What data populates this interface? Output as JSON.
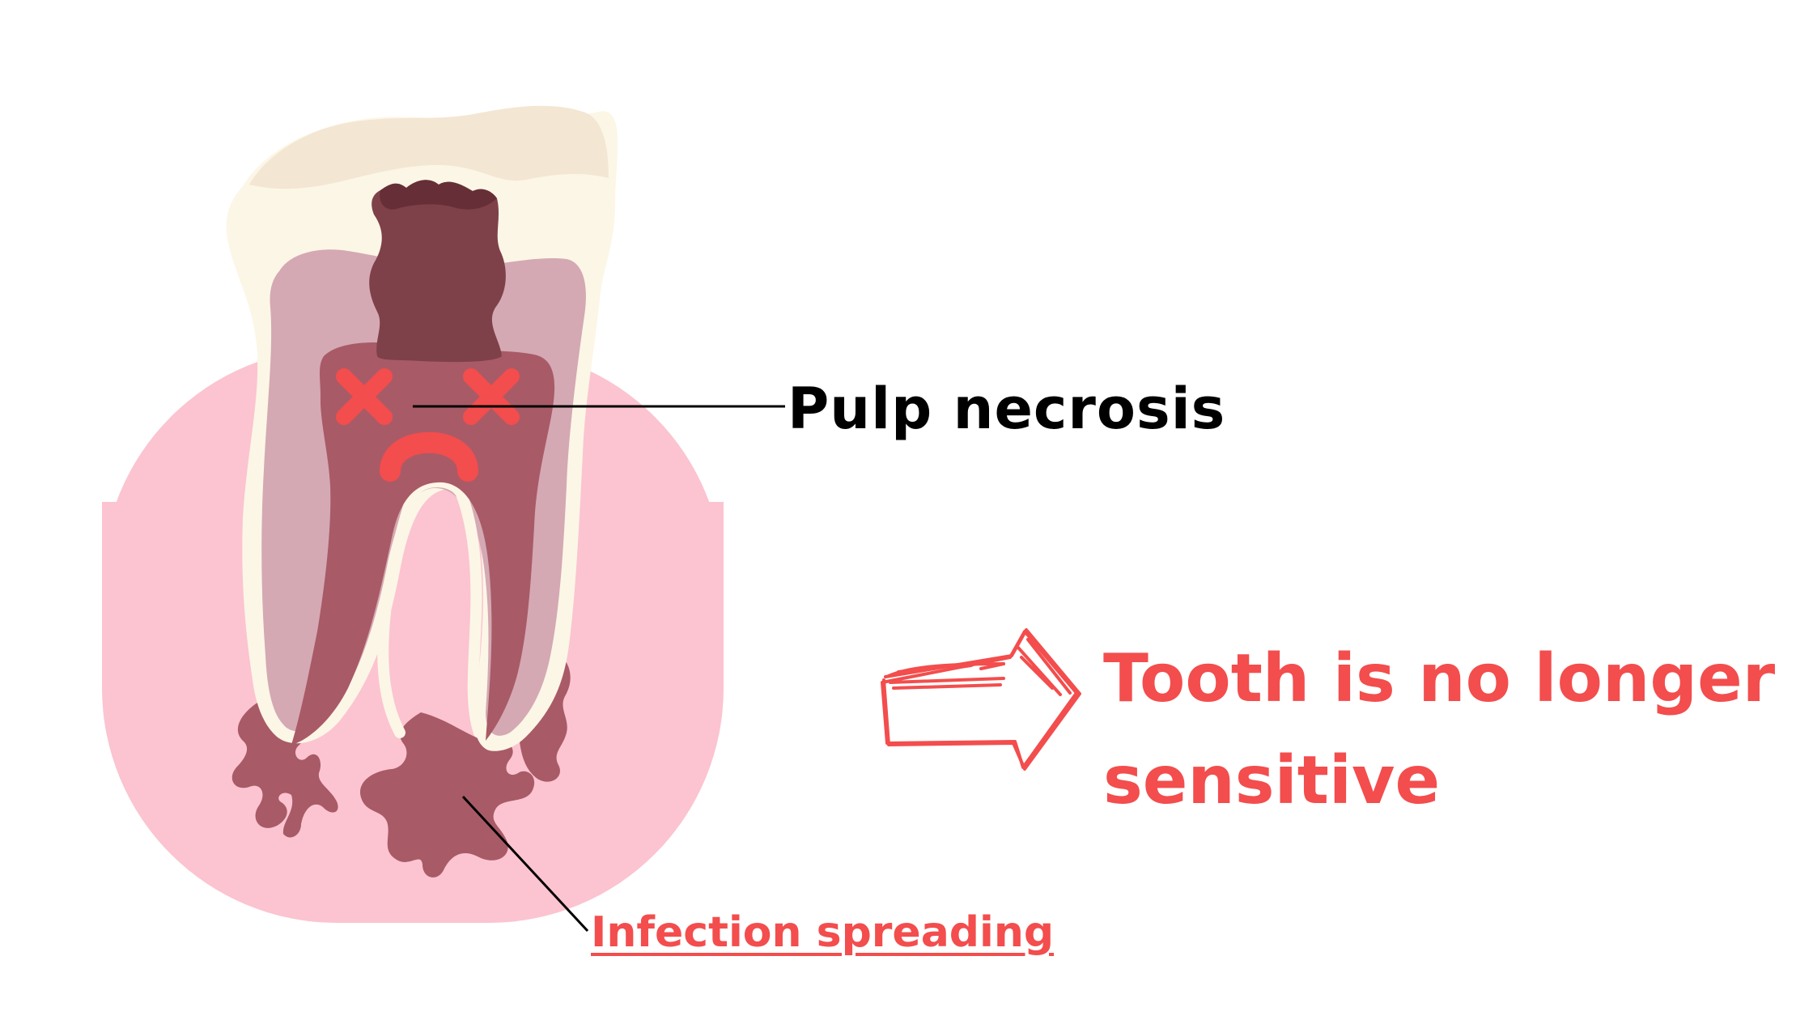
{
  "labels": {
    "pulp_necrosis": "Pulp necrosis",
    "infection": "Infection spreading",
    "result": "Tooth is no longer sensitive"
  },
  "colors": {
    "gum": "#fbc4d0",
    "enamel": "#fcf6e6",
    "enamel_cap": "#f3e6d3",
    "dentin": "#d4a9b3",
    "pulp": "#a95a67",
    "decay": "#7e4149",
    "decay_light": "#662f37",
    "accent": "#f34d4d",
    "text": "#000000",
    "leader": "#000000"
  },
  "icons": {
    "eyes": "cross-mark-icon",
    "mouth": "frown-icon",
    "arrow": "hand-drawn-arrow-icon"
  }
}
